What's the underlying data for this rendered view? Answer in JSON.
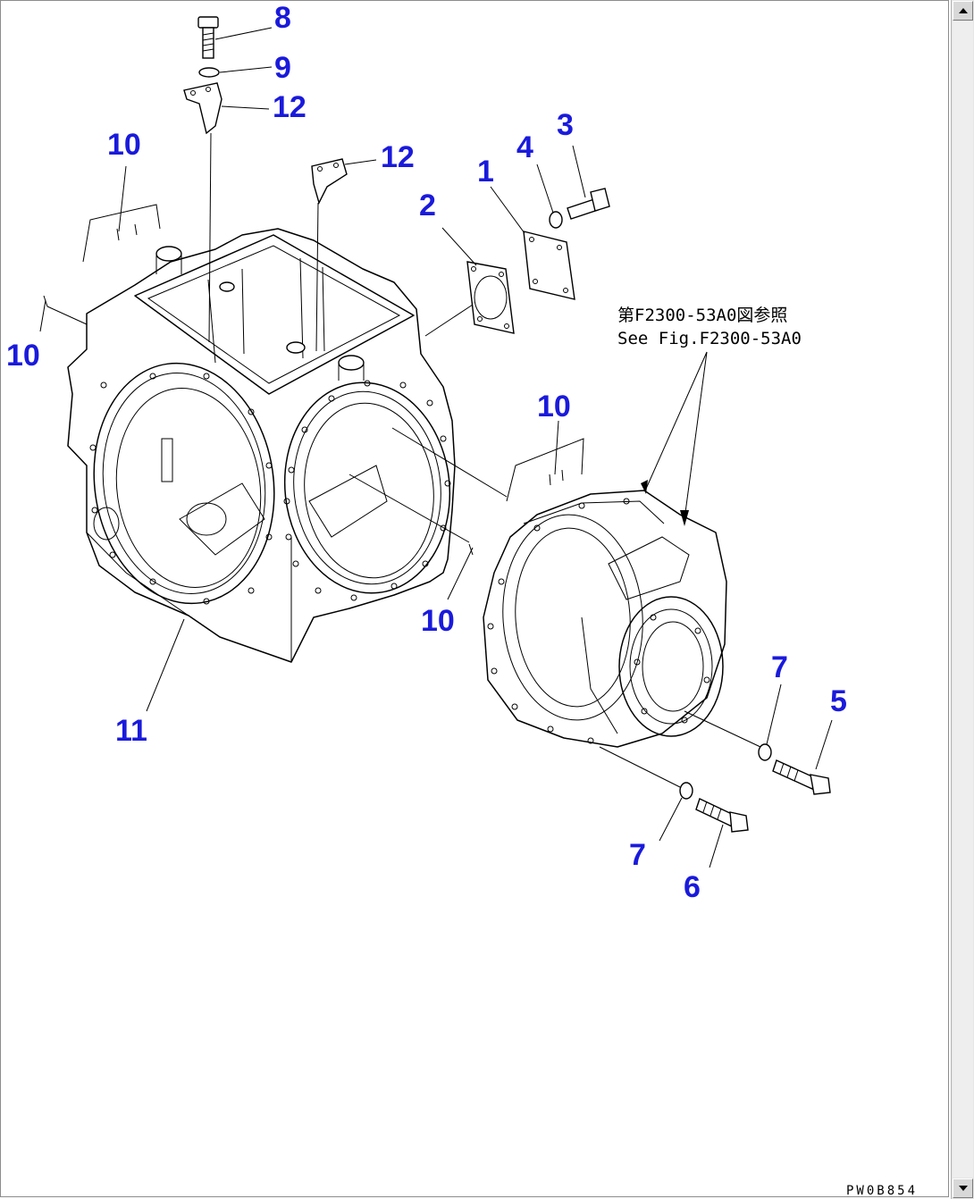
{
  "callouts": {
    "c1": "1",
    "c2": "2",
    "c3": "3",
    "c4": "4",
    "c5": "5",
    "c6": "6",
    "c7a": "7",
    "c7b": "7",
    "c8": "8",
    "c9": "9",
    "c10a": "10",
    "c10b": "10",
    "c10c": "10",
    "c10d": "10",
    "c11": "11",
    "c12a": "12",
    "c12b": "12"
  },
  "reference_note": {
    "line_jp": "第F2300-53A0図参照",
    "line_en": "See Fig.F2300-53A0"
  },
  "drawing_code": "PW0B854",
  "colors": {
    "callout": "#1a1adc",
    "lines": "#000000",
    "background": "#ffffff"
  },
  "icons": {
    "scroll_up": "triangle-up-icon",
    "scroll_down": "triangle-down-icon"
  }
}
